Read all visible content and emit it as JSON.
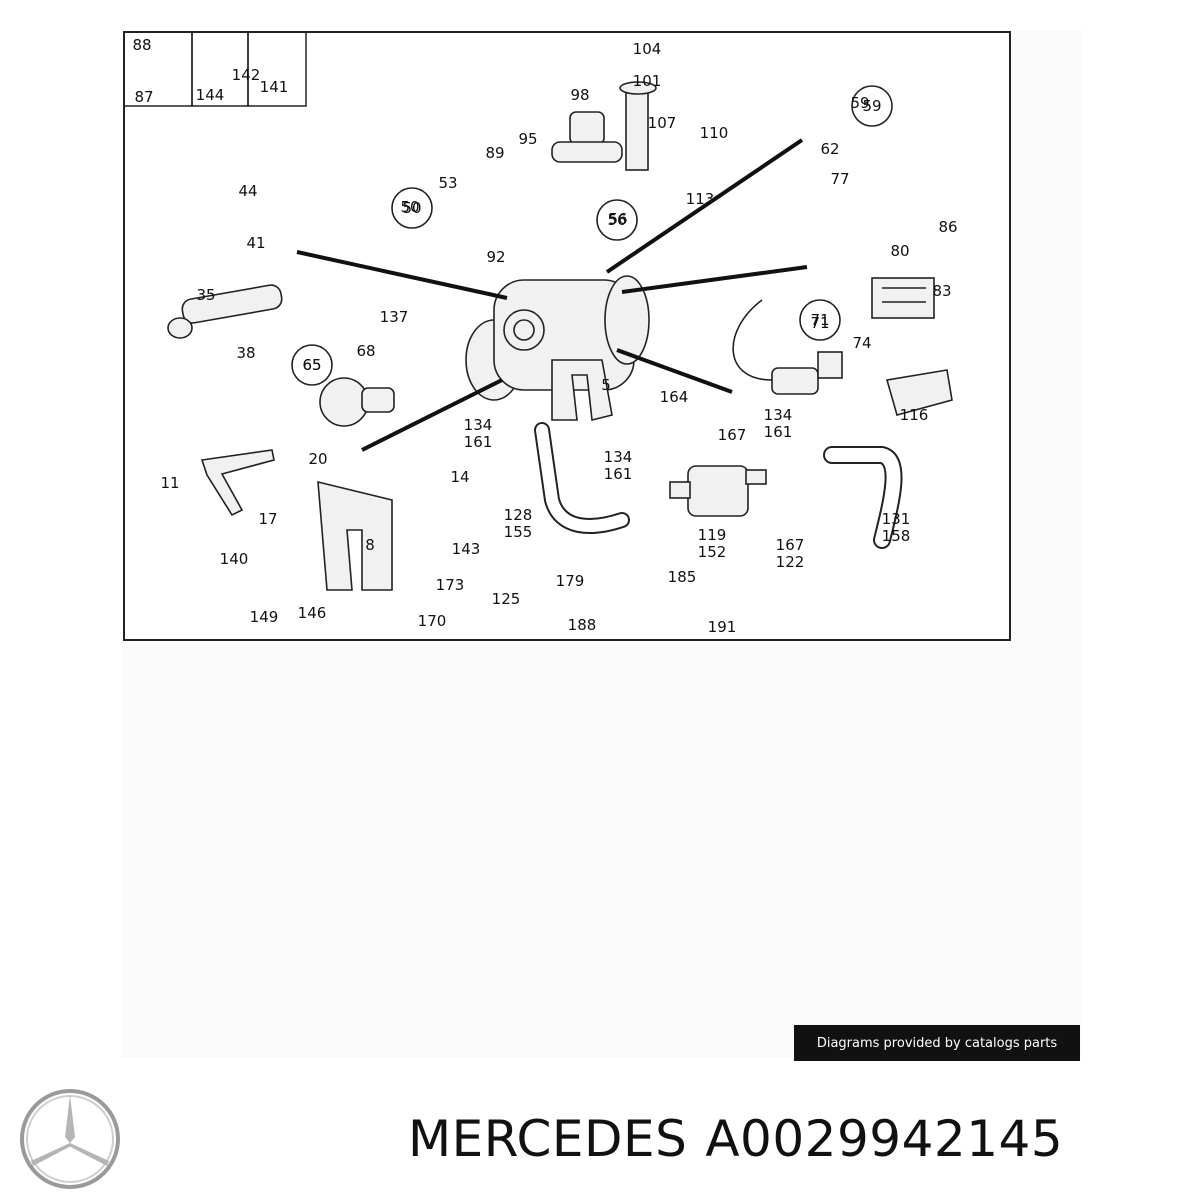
{
  "diagram": {
    "part_labels": [
      "88",
      "87",
      "144",
      "142",
      "141",
      "104",
      "101",
      "98",
      "95",
      "107",
      "89",
      "53",
      "59",
      "110",
      "62",
      "44",
      "113",
      "77",
      "50",
      "56",
      "86",
      "41",
      "92",
      "80",
      "35",
      "83",
      "137",
      "71",
      "74",
      "38",
      "65",
      "68",
      "5",
      "164",
      "116",
      "134\n161",
      "167",
      "134\n161",
      "11",
      "20",
      "14",
      "134\n161",
      "17",
      "8",
      "128\n155",
      "119\n152",
      "167\n122",
      "131\n158",
      "140",
      "143",
      "173",
      "179",
      "185",
      "149",
      "146",
      "125",
      "188",
      "170",
      "191"
    ],
    "callouts": [
      "50",
      "56",
      "59",
      "65",
      "71"
    ]
  },
  "credit": "Diagrams provided by catalogs parts",
  "caption": {
    "brand": "MERCEDES",
    "part_number": "A0029942145"
  },
  "colors": {
    "ink": "#111111",
    "credit_bg": "#111111",
    "credit_text": "#ffffff",
    "panel_bg": "#fafafa"
  }
}
